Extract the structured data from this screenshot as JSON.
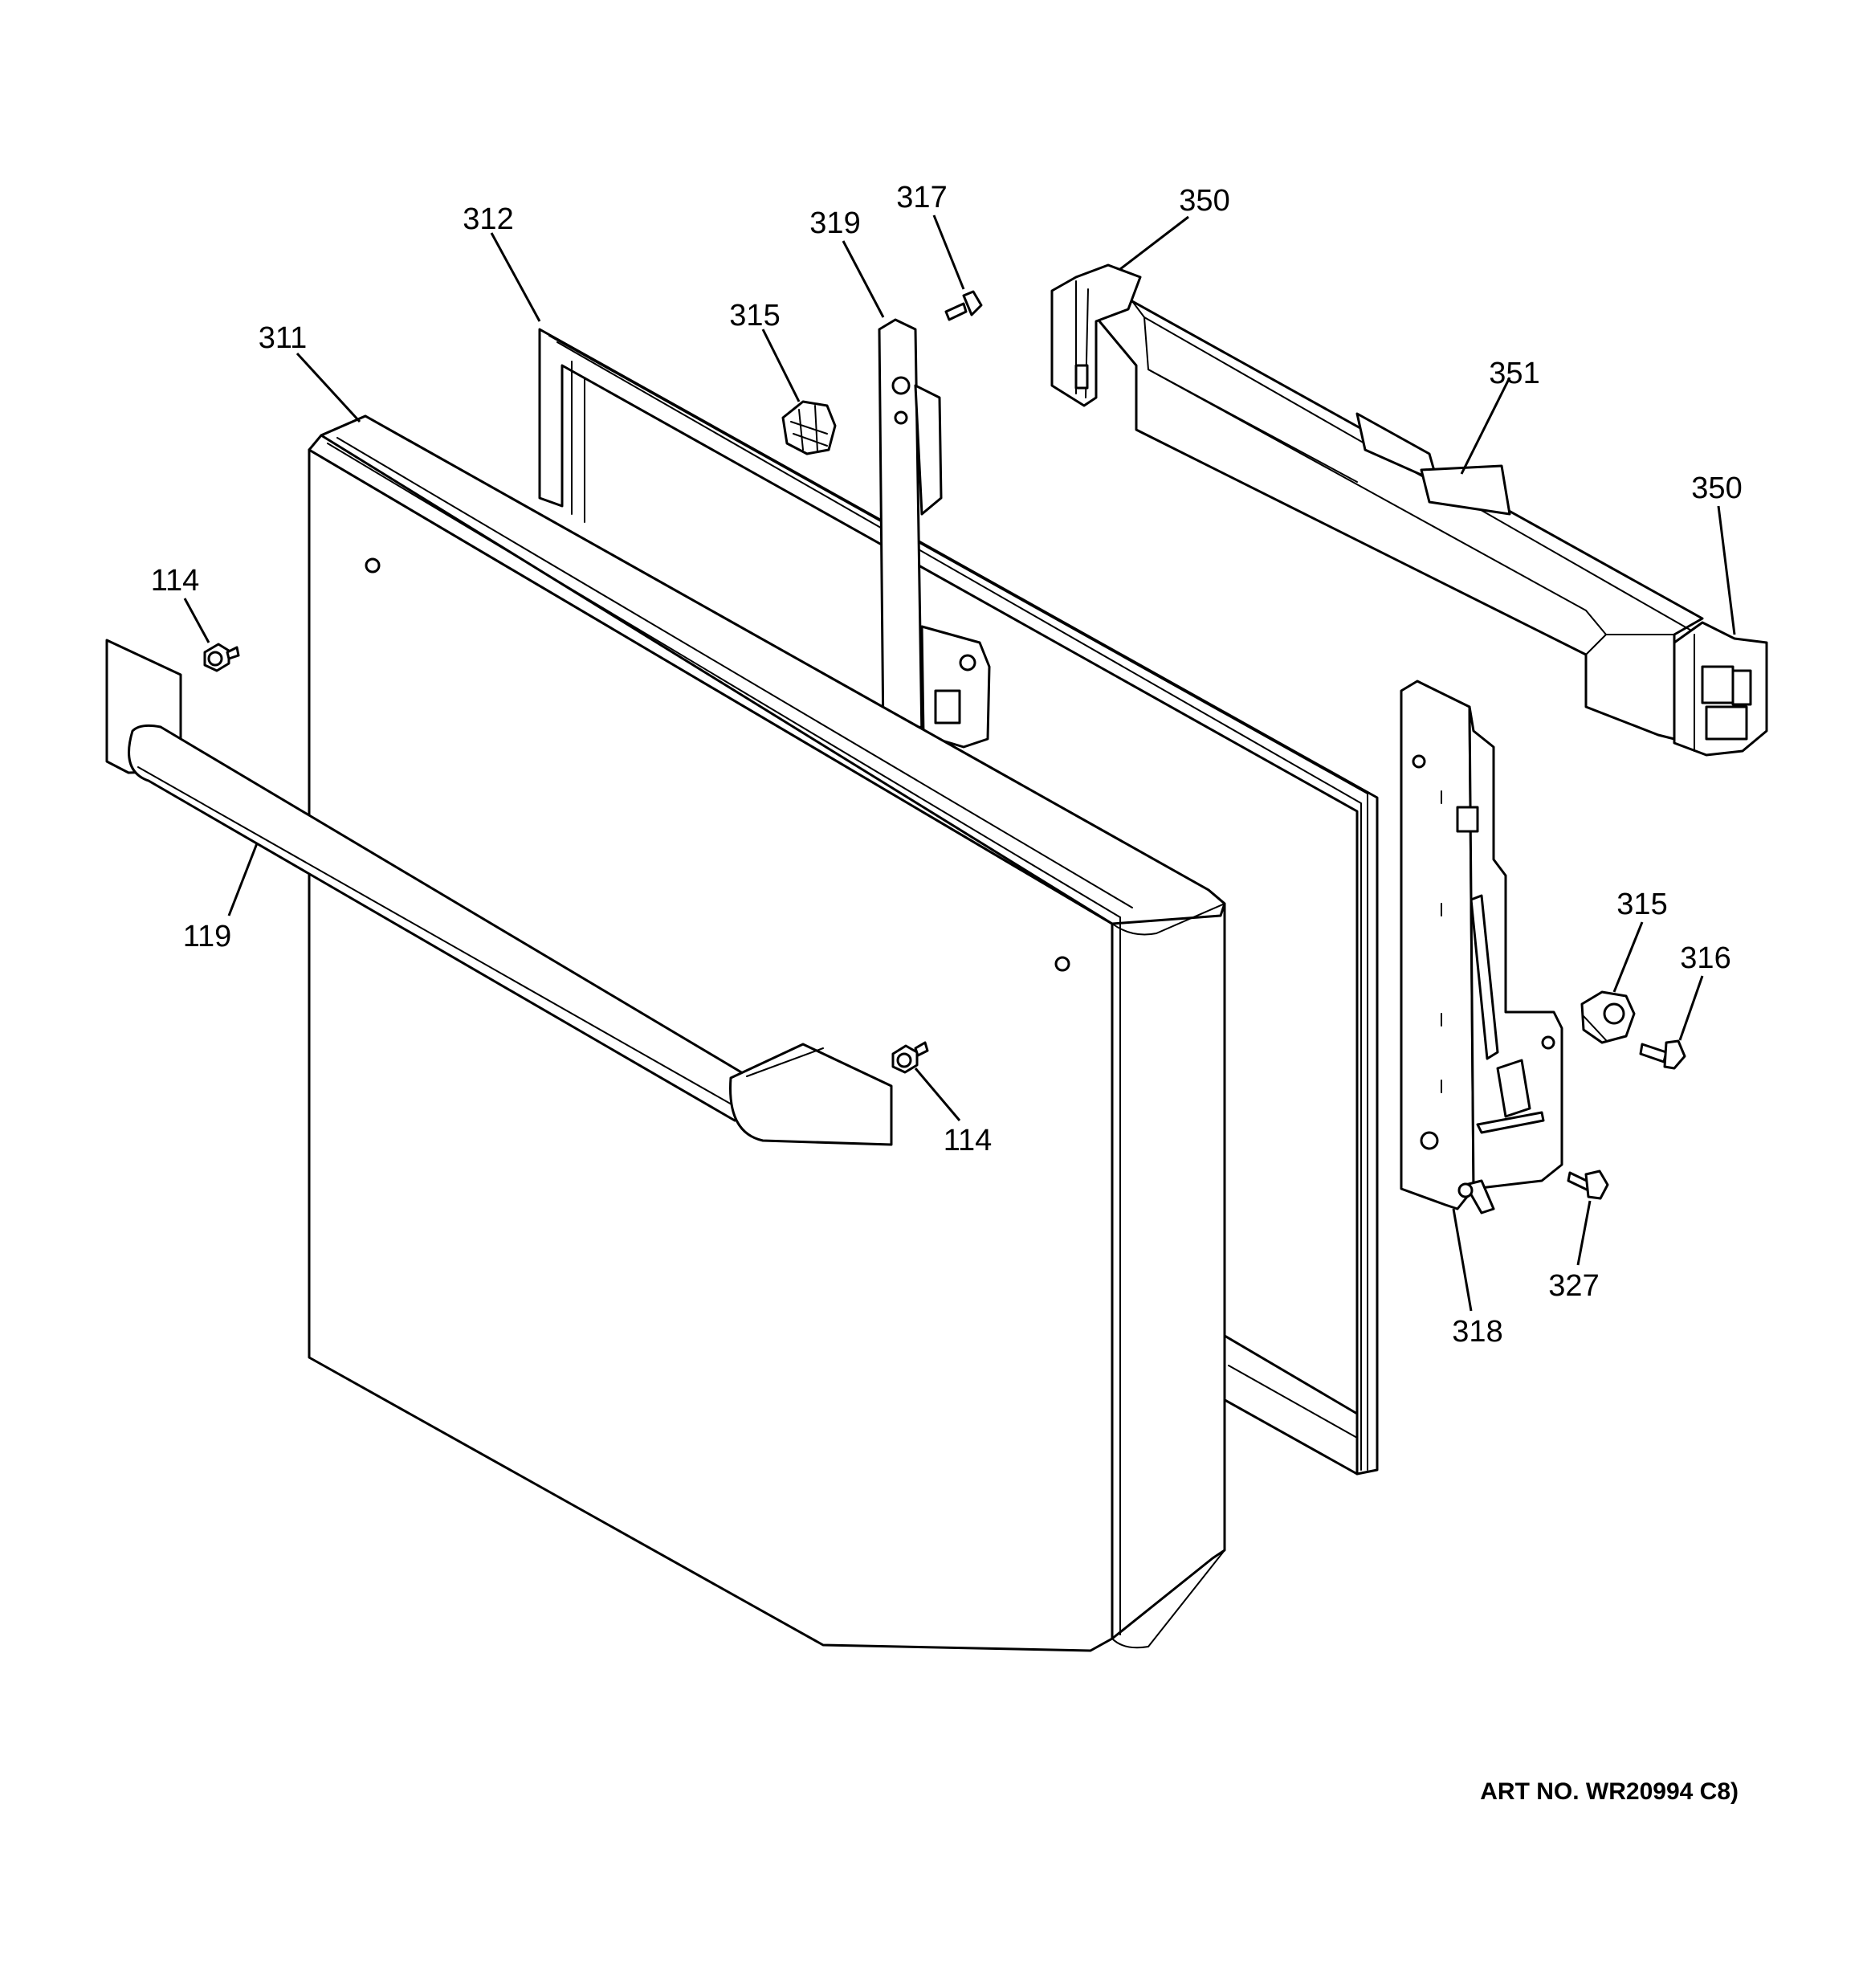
{
  "diagram": {
    "art_number": "ART NO. WR20994 C8)",
    "callouts": [
      {
        "id": "c312",
        "label": "312"
      },
      {
        "id": "c311",
        "label": "311"
      },
      {
        "id": "c315a",
        "label": "315"
      },
      {
        "id": "c319",
        "label": "319"
      },
      {
        "id": "c317",
        "label": "317"
      },
      {
        "id": "c350a",
        "label": "350"
      },
      {
        "id": "c351",
        "label": "351"
      },
      {
        "id": "c350b",
        "label": "350"
      },
      {
        "id": "c114a",
        "label": "114"
      },
      {
        "id": "c119",
        "label": "119"
      },
      {
        "id": "c114b",
        "label": "114"
      },
      {
        "id": "c315b",
        "label": "315"
      },
      {
        "id": "c316",
        "label": "316"
      },
      {
        "id": "c327",
        "label": "327"
      },
      {
        "id": "c318",
        "label": "318"
      }
    ]
  }
}
